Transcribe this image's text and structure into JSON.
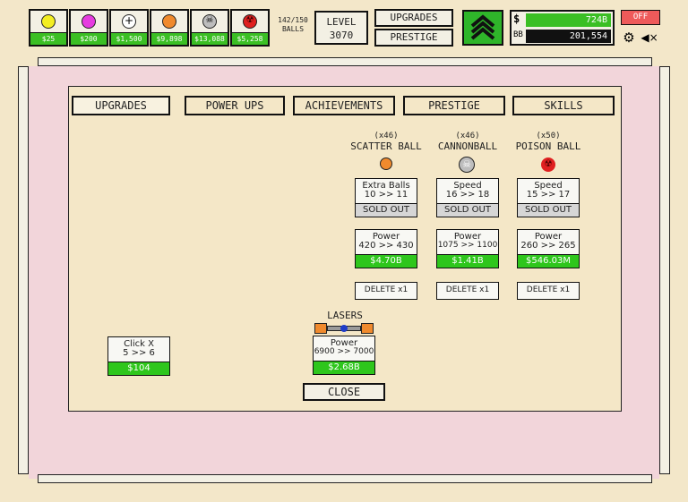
{
  "topbar": {
    "balls": [
      {
        "icon": "yellow-ball-icon",
        "price": "$25",
        "color": "#f3ee22"
      },
      {
        "icon": "pink-ball-icon",
        "price": "$200",
        "color": "#e63ce0"
      },
      {
        "icon": "crosshair-ball-icon",
        "price": "$1,500",
        "color": "#ffffff"
      },
      {
        "icon": "scatter-ball-icon",
        "price": "$9,898",
        "color": "#f08a2d"
      },
      {
        "icon": "skull-ball-icon",
        "price": "$13,088",
        "color": "#bdbdbd"
      },
      {
        "icon": "poison-ball-icon",
        "price": "$5,258",
        "color": "#e02020"
      }
    ],
    "ball_count": "142/150",
    "ball_count_label": "BALLS",
    "level_label": "LEVEL",
    "level_value": "3070",
    "upgrades_label": "UPGRADES",
    "prestige_label": "PRESTIGE",
    "money_symbol": "$",
    "money_value": "724B",
    "bb_label": "BB",
    "bb_value": "201,554",
    "off_label": "OFF"
  },
  "tabs": [
    "UPGRADES",
    "POWER UPS",
    "ACHIEVEMENTS",
    "PRESTIGE",
    "SKILLS"
  ],
  "columns": [
    {
      "count": "(x46)",
      "name": "SCATTER BALL",
      "icon": "scatter-ball-icon",
      "upgrade1": {
        "title": "Extra Balls",
        "value": "10 >> 11",
        "status": "SOLD OUT"
      },
      "upgrade2": {
        "title": "Power",
        "value": "420 >> 430",
        "cost": "$4.70B"
      },
      "delete": "DELETE x1"
    },
    {
      "count": "(x46)",
      "name": "CANNONBALL",
      "icon": "skull-ball-icon",
      "upgrade1": {
        "title": "Speed",
        "value": "16 >> 18",
        "status": "SOLD OUT"
      },
      "upgrade2": {
        "title": "Power",
        "value": "1075 >> 1100",
        "cost": "$1.41B"
      },
      "delete": "DELETE x1"
    },
    {
      "count": "(x50)",
      "name": "POISON BALL",
      "icon": "poison-ball-icon",
      "upgrade1": {
        "title": "Speed",
        "value": "15 >> 17",
        "status": "SOLD OUT"
      },
      "upgrade2": {
        "title": "Power",
        "value": "260 >> 265",
        "cost": "$546.03M"
      },
      "delete": "DELETE x1"
    }
  ],
  "lasers": {
    "label": "LASERS",
    "title": "Power",
    "value": "6900 >> 7000",
    "cost": "$2.68B"
  },
  "click": {
    "title": "Click X",
    "value": "5 >> 6",
    "cost": "$104"
  },
  "close_label": "CLOSE"
}
